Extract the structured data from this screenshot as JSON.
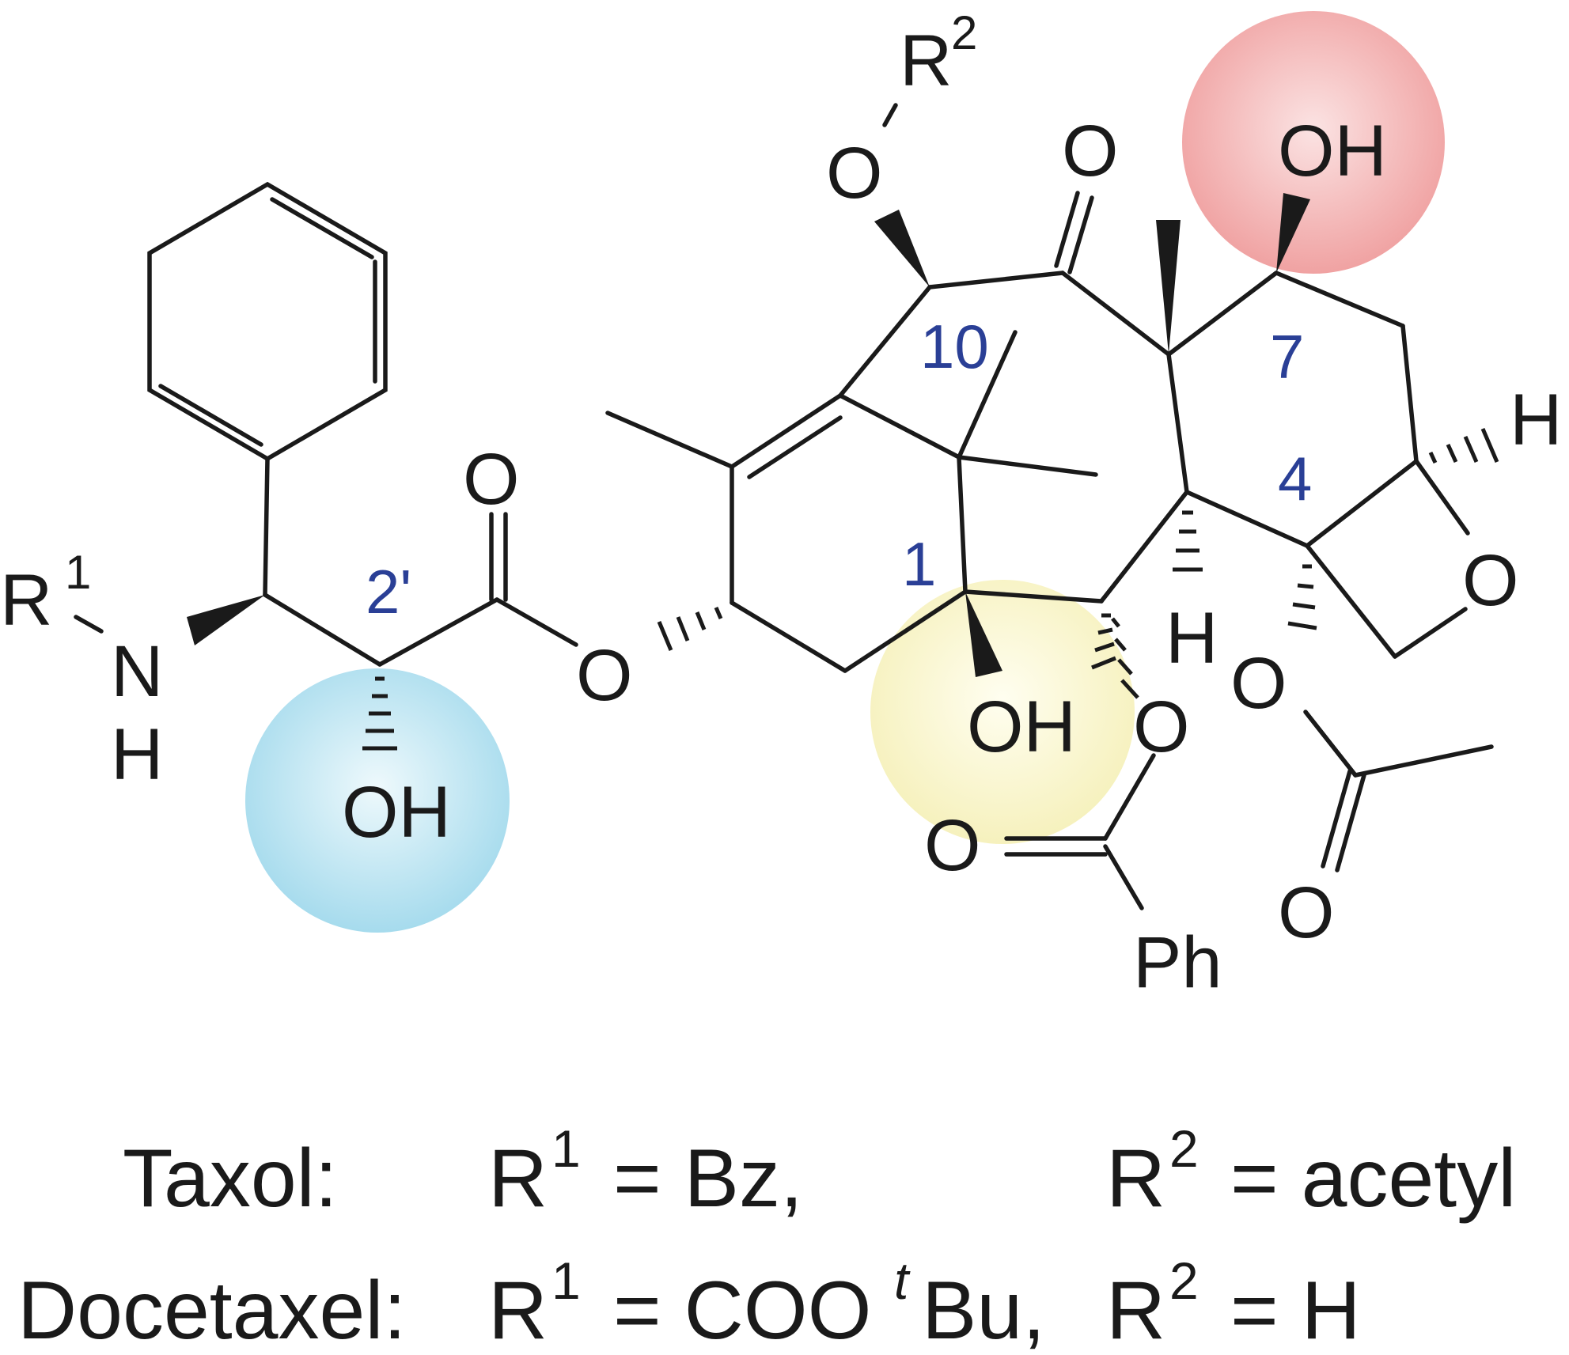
{
  "atoms": {
    "R2_top": "R",
    "R2_top_sup": "2",
    "O_top": "O",
    "O_ketone": "O",
    "OH_c7": "OH",
    "H_right": "H",
    "O_oxetane": "O",
    "O_ester_c": "O",
    "R1": "R",
    "R1_sup": "1",
    "N": "N",
    "NH_H": "H",
    "OH_2prime": "OH",
    "O_side": "O",
    "H_c3": "H",
    "OH_c1": "OH",
    "O_c2": "O",
    "O_c4": "O",
    "O_bz": "O",
    "Ph": "Ph",
    "O_ac": "O"
  },
  "positions": {
    "c10": "10",
    "c7": "7",
    "c4": "4",
    "c1": "1",
    "c2prime": "2'"
  },
  "highlights": {
    "c7_hydroxyl": "#f2a0a0",
    "c2prime_hydroxyl": "#9ad7ea",
    "c1_hydroxyl": "#f7f2b5"
  },
  "legend": {
    "taxol_name": "Taxol:",
    "taxol_r1_label": "R",
    "taxol_r1_sup": "1",
    "taxol_r1_value": "= Bz,",
    "taxol_r2_label": "R",
    "taxol_r2_sup": "2",
    "taxol_r2_value": "= acetyl",
    "doce_name": "Docetaxel:",
    "doce_r1_label": "R",
    "doce_r1_sup": "1",
    "doce_r1_value": "= COO",
    "doce_t": "t",
    "doce_bu": "Bu,",
    "doce_r2_label": "R",
    "doce_r2_sup": "2",
    "doce_r2_value": "= H"
  }
}
